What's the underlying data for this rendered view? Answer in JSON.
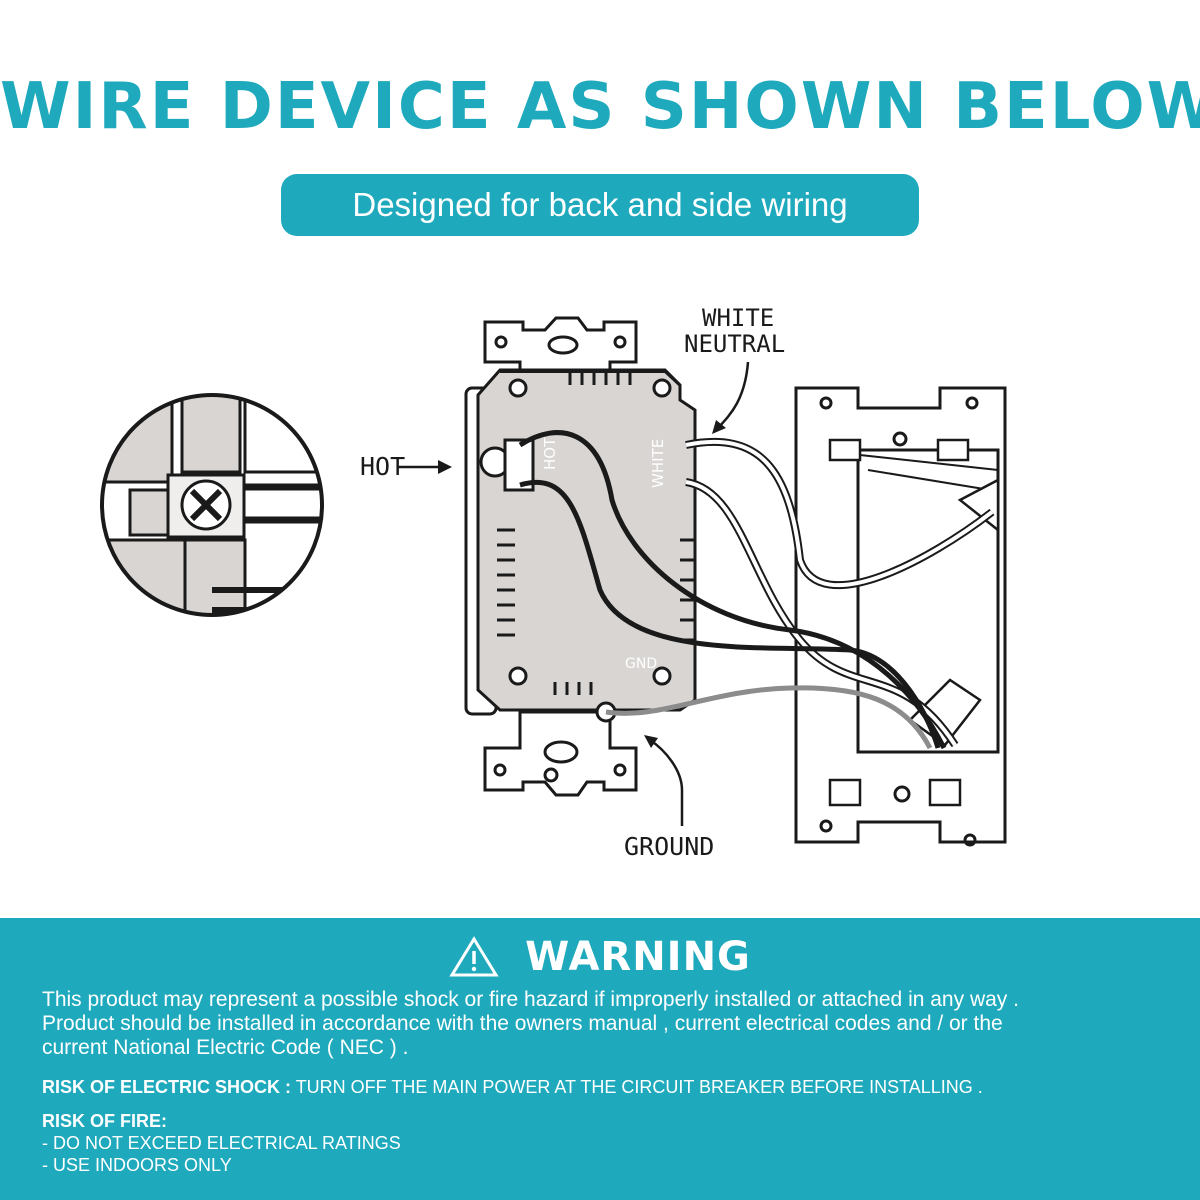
{
  "header": {
    "title": "WIRE DEVICE AS SHOWN BELOW",
    "subtitle": "Designed for back and side wiring"
  },
  "diagram": {
    "labels": {
      "white_neutral_line1": "WHITE",
      "white_neutral_line2": "NEUTRAL",
      "hot": "HOT",
      "ground": "GROUND",
      "device_white": "WHITE",
      "device_hot": "HOT",
      "device_gnd": "GND"
    }
  },
  "warning": {
    "heading": "WARNING",
    "paragraph_lines": [
      "This product may represent a possible shock or fire hazard if improperly installed or attached in any way .",
      "Product should be installed in accordance with the owners manual , current electrical codes and / or the",
      "current National Electric Code ( NEC ) ."
    ],
    "shock_label": "RISK OF ELECTRIC SHOCK :",
    "shock_text": " TURN OFF THE MAIN POWER AT THE CIRCUIT BREAKER BEFORE INSTALLING .",
    "fire_label": "RISK OF FIRE:",
    "fire_items": [
      "- DO NOT EXCEED ELECTRICAL RATINGS",
      "- USE INDOORS ONLY"
    ]
  },
  "colors": {
    "accent": "#1ea9bd",
    "device_gray": "#d8d5d3",
    "wire_black": "#1a1a1a",
    "ground_wire": "#8c8c8c"
  }
}
